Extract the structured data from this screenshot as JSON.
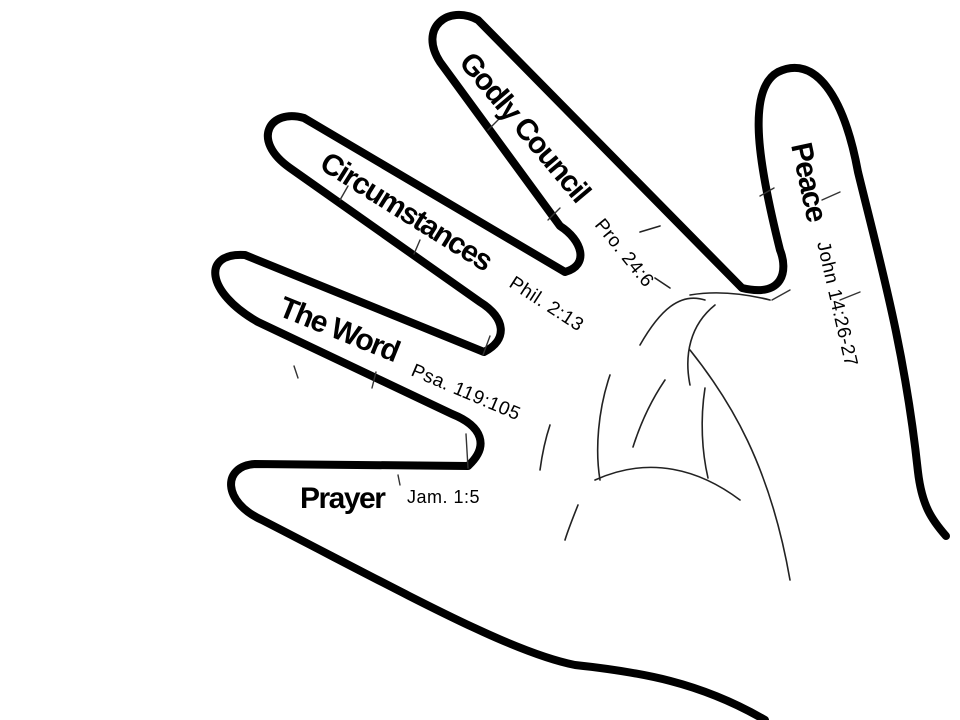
{
  "fingers": {
    "thumb": {
      "label": "Prayer",
      "reference": "Jam. 1:5"
    },
    "index": {
      "label": "The Word",
      "reference": "Psa. 119:105"
    },
    "middle": {
      "label": "Circumstances",
      "reference": "Phil. 2:13"
    },
    "ring": {
      "label": "Godly Council",
      "reference": "Pro. 24:6"
    },
    "pinky": {
      "label": "Peace",
      "reference": "John 14:26-27"
    }
  },
  "colors": {
    "ink": "#000000",
    "background": "#ffffff"
  }
}
